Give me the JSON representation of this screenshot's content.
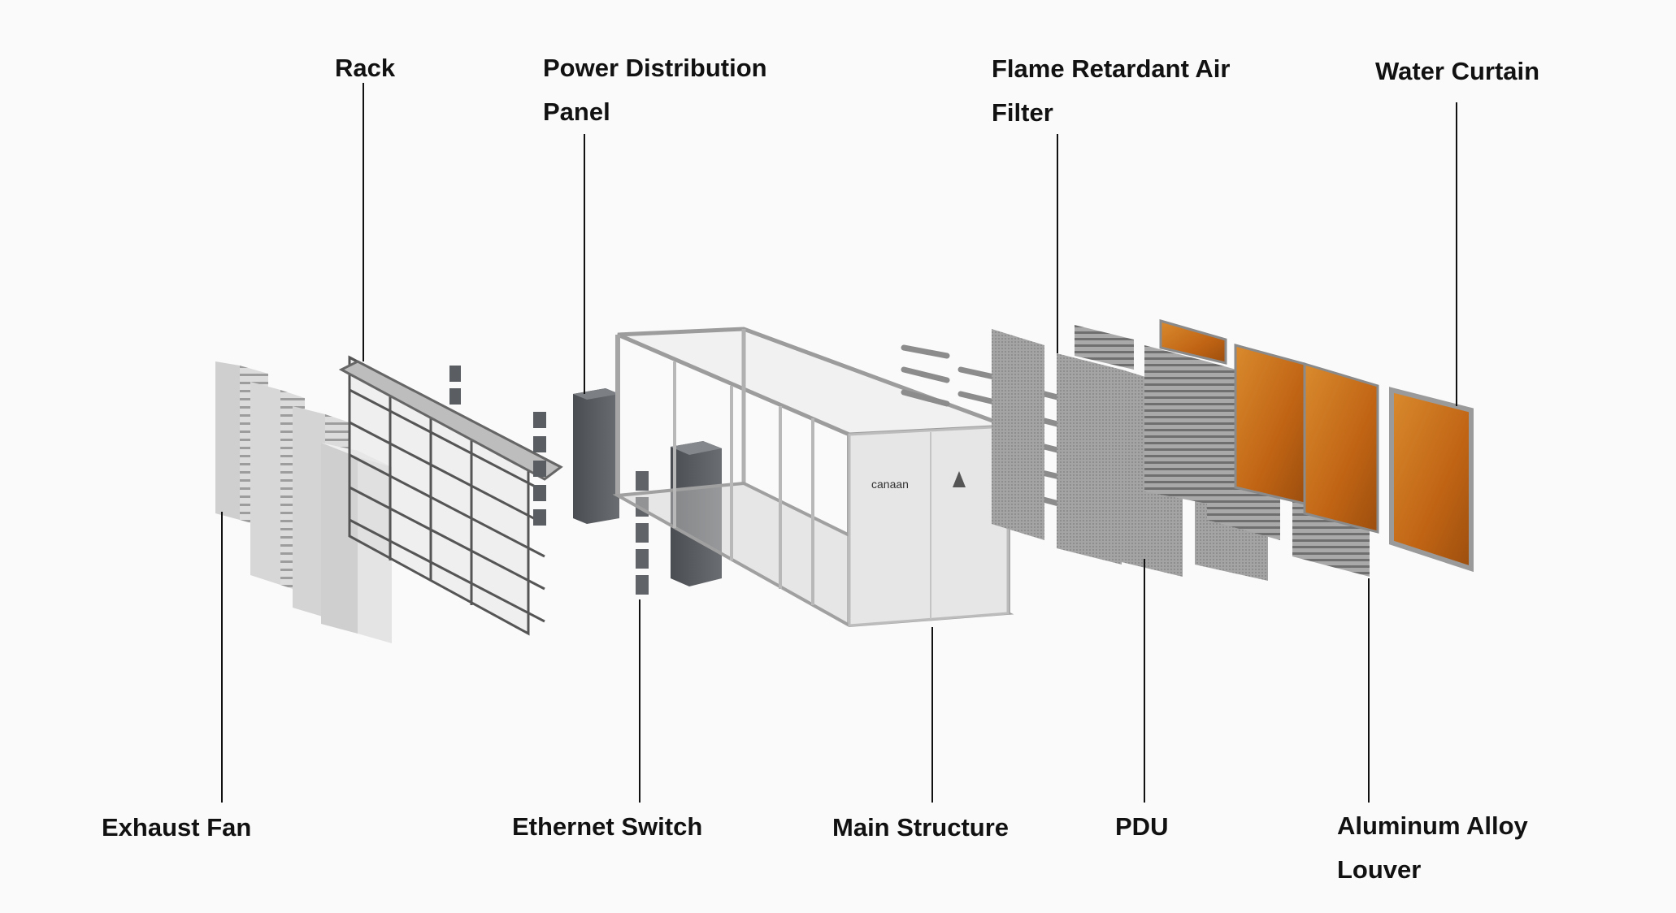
{
  "labels": {
    "rack": "Rack",
    "power_distribution_panel": [
      "Power Distribution",
      "Panel"
    ],
    "flame_retardant_air_filter": [
      "Flame Retardant Air",
      "Filter"
    ],
    "water_curtain": "Water Curtain",
    "exhaust_fan": "Exhaust Fan",
    "ethernet_switch": "Ethernet Switch",
    "main_structure": "Main Structure",
    "pdu": "PDU",
    "aluminum_alloy_louver": [
      "Aluminum Alloy",
      "Louver"
    ]
  },
  "branding": {
    "logo_text": "canaan"
  },
  "colors": {
    "background": "#fafafa",
    "label_text": "#111111",
    "leader_line": "#111111",
    "panel_grey": "#9a9a9a",
    "cabinet_dark": "#55585c",
    "water_curtain_orange": "#c8701a",
    "container_white": "#e6e6e6"
  }
}
